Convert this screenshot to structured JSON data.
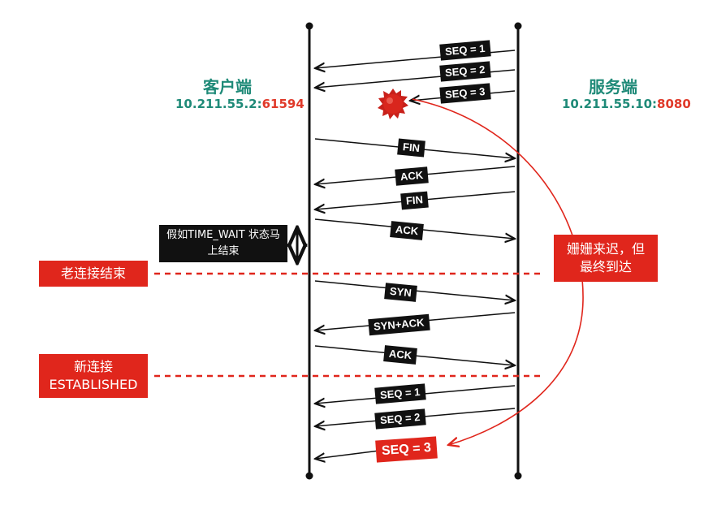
{
  "client": {
    "name": "客户端",
    "ip": "10.211.55.2:",
    "port": "61594"
  },
  "server": {
    "name": "服务端",
    "ip": "10.211.55.10:",
    "port": "8080"
  },
  "messages": {
    "seq1": "SEQ = 1",
    "seq2": "SEQ = 2",
    "seq3": "SEQ = 3",
    "fin1": "FIN",
    "ack1": "ACK",
    "fin2": "FIN",
    "ack2": "ACK",
    "syn": "SYN",
    "synack": "SYN+ACK",
    "ack3": "ACK",
    "new_seq1": "SEQ = 1",
    "new_seq2": "SEQ = 2",
    "late_seq3": "SEQ = 3"
  },
  "notes": {
    "time_wait_line1": "假如TIME_WAIT 状态马",
    "time_wait_line2": "上结束",
    "old_conn_end": "老连接结束",
    "new_conn_line1": "新连接",
    "new_conn_line2": "ESTABLISHED",
    "late_line1": "姗姗来迟，但",
    "late_line2": "最终到达"
  },
  "colors": {
    "teal": "#1f8a78",
    "red": "#e0261c",
    "black": "#111111"
  }
}
